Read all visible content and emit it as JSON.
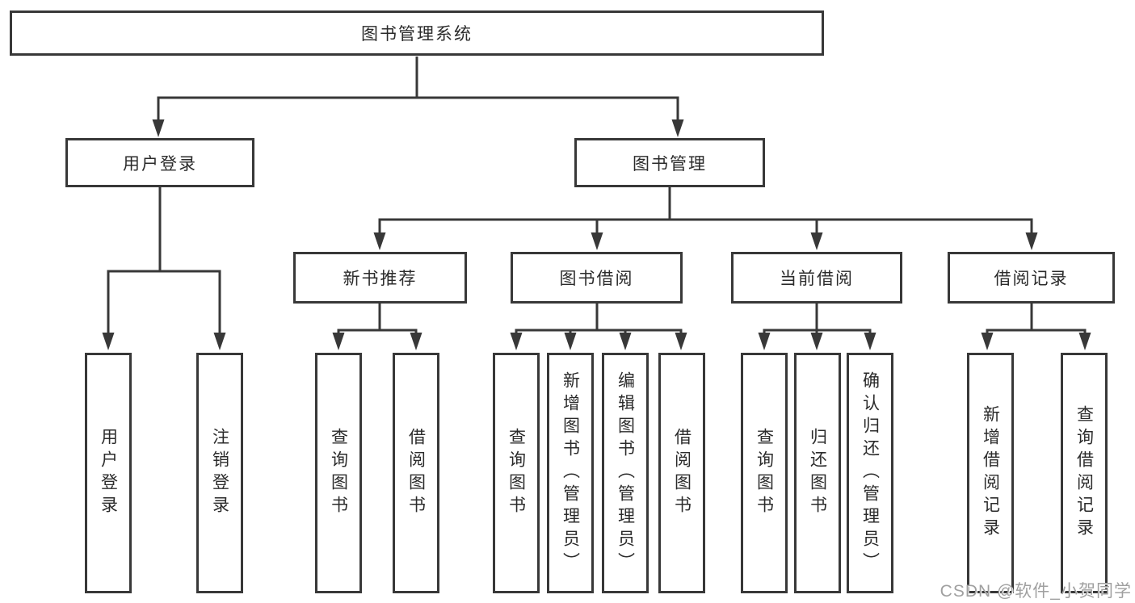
{
  "colors": {
    "line": "#383838",
    "box_border": "#383838",
    "text": "#2b2b2b",
    "background": "#ffffff",
    "watermark": "#a0a0a0"
  },
  "tree": {
    "label": "图书管理系统",
    "children": [
      {
        "label": "用户登录",
        "children": [
          {
            "label": "用户登录"
          },
          {
            "label": "注销登录"
          }
        ]
      },
      {
        "label": "图书管理",
        "children": [
          {
            "label": "新书推荐",
            "children": [
              {
                "label": "查询图书"
              },
              {
                "label": "借阅图书"
              }
            ]
          },
          {
            "label": "图书借阅",
            "children": [
              {
                "label": "查询图书"
              },
              {
                "label": "新增图书（管理员）"
              },
              {
                "label": "编辑图书（管理员）"
              },
              {
                "label": "借阅图书"
              }
            ]
          },
          {
            "label": "当前借阅",
            "children": [
              {
                "label": "查询图书"
              },
              {
                "label": "归还图书"
              },
              {
                "label": "确认归还（管理员）"
              }
            ]
          },
          {
            "label": "借阅记录",
            "children": [
              {
                "label": "新增借阅记录"
              },
              {
                "label": "查询借阅记录"
              }
            ]
          }
        ]
      }
    ]
  },
  "watermark": {
    "text": "CSDN @软件_小贺同学"
  }
}
